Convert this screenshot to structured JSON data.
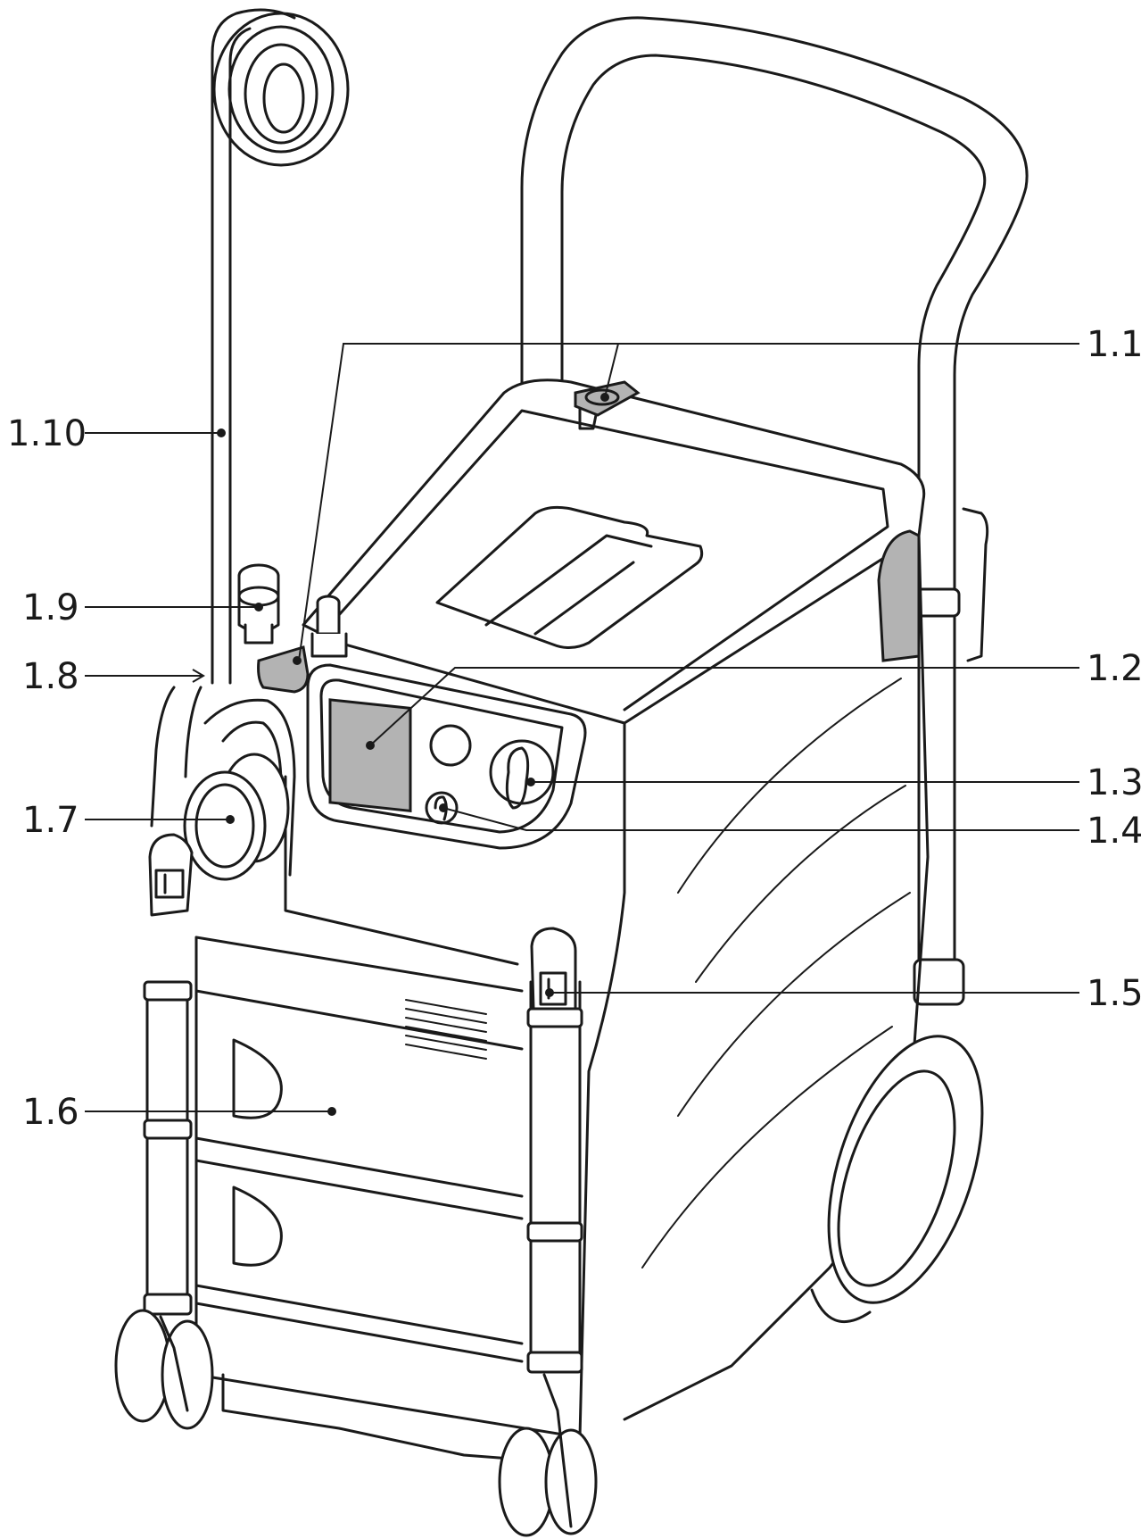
{
  "callouts": [
    {
      "id": "1.1",
      "label": "1.1"
    },
    {
      "id": "1.2",
      "label": "1.2"
    },
    {
      "id": "1.3",
      "label": "1.3"
    },
    {
      "id": "1.4",
      "label": "1.4"
    },
    {
      "id": "1.5",
      "label": "1.5"
    },
    {
      "id": "1.6",
      "label": "1.6"
    },
    {
      "id": "1.7",
      "label": "1.7"
    },
    {
      "id": "1.8",
      "label": "1.8"
    },
    {
      "id": "1.9",
      "label": "1.9"
    },
    {
      "id": "1.10",
      "label": "1.10"
    }
  ]
}
